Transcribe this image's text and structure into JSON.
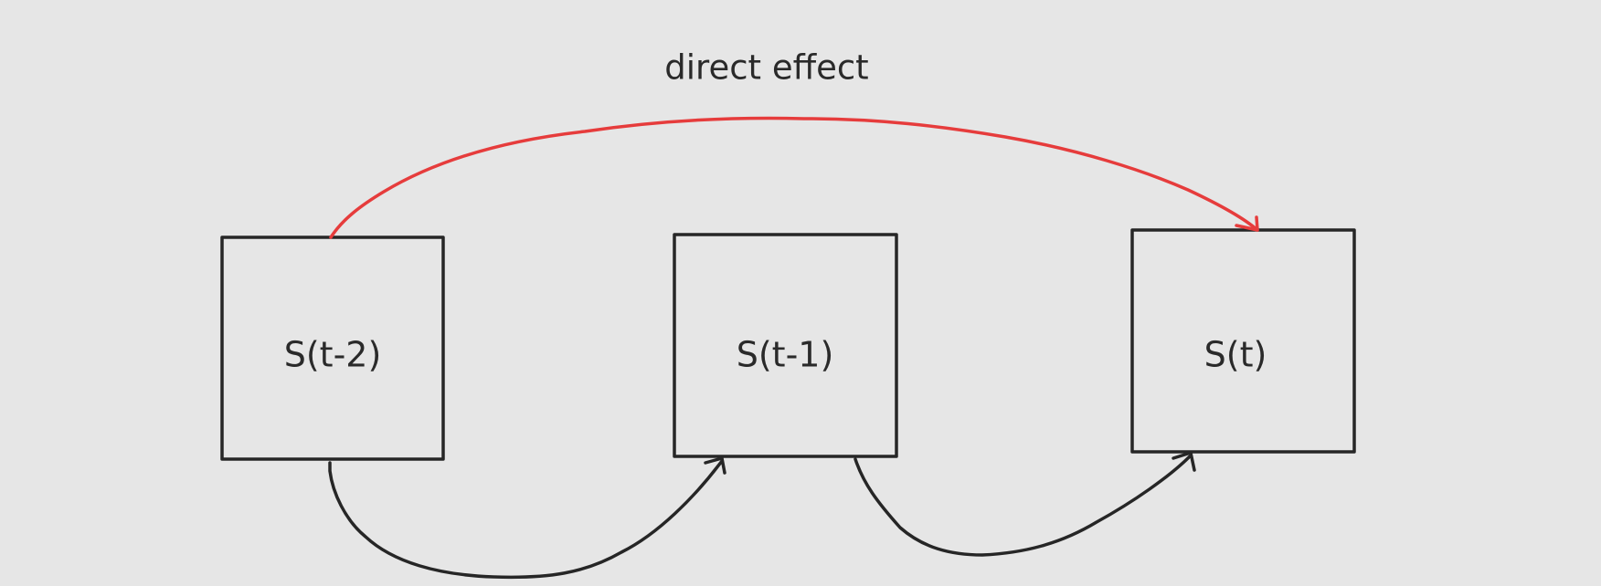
{
  "diagram": {
    "nodes": [
      {
        "id": "s_t_minus_2",
        "label": "S(t-2)"
      },
      {
        "id": "s_t_minus_1",
        "label": "S(t-1)"
      },
      {
        "id": "s_t",
        "label": "S(t)"
      }
    ],
    "edges": [
      {
        "from": "s_t_minus_2",
        "to": "s_t_minus_1",
        "color": "#262626",
        "label": ""
      },
      {
        "from": "s_t_minus_1",
        "to": "s_t",
        "color": "#262626",
        "label": ""
      },
      {
        "from": "s_t_minus_2",
        "to": "s_t",
        "color": "#e63c3c",
        "label": "direct effect"
      }
    ]
  },
  "colors": {
    "background": "#e6e6e6",
    "stroke": "#262626",
    "highlight": "#e63c3c"
  }
}
